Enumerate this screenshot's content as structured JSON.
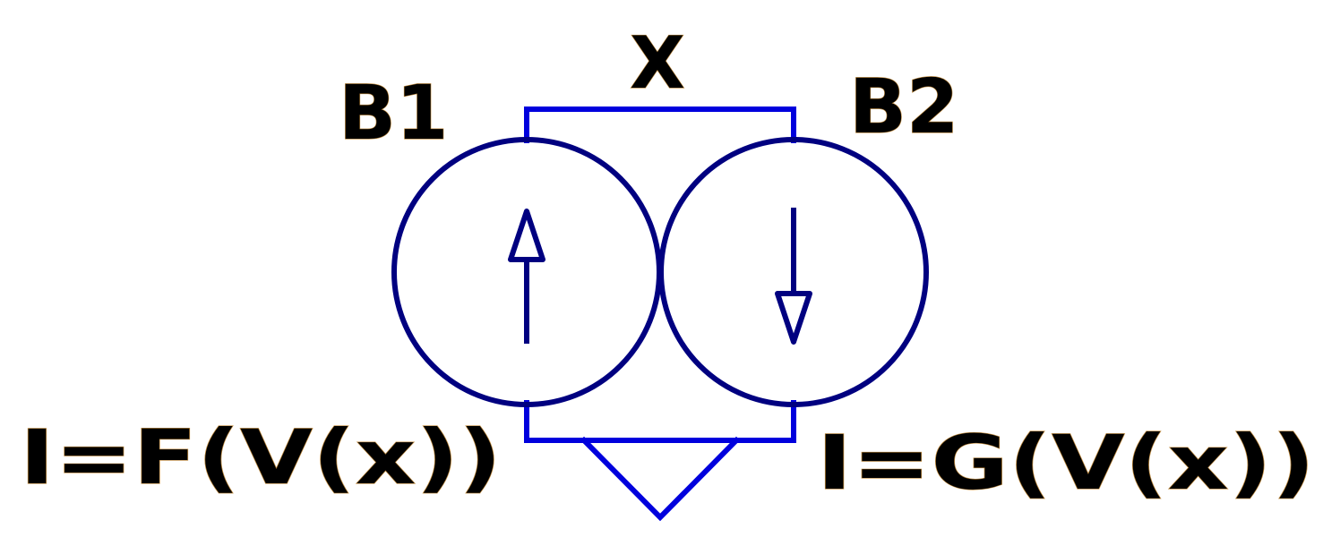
{
  "labels": {
    "net": "X",
    "source1_name": "B1",
    "source2_name": "B2",
    "source1_expr": "I=F(V(x))",
    "source2_expr": "I=G(V(x))"
  },
  "colors": {
    "wire": "#0000dd",
    "component": "#000080",
    "text": "#000000",
    "background": "#ffffff"
  },
  "sources": [
    {
      "name": "B1",
      "arrow_direction": "up"
    },
    {
      "name": "B2",
      "arrow_direction": "down"
    }
  ]
}
